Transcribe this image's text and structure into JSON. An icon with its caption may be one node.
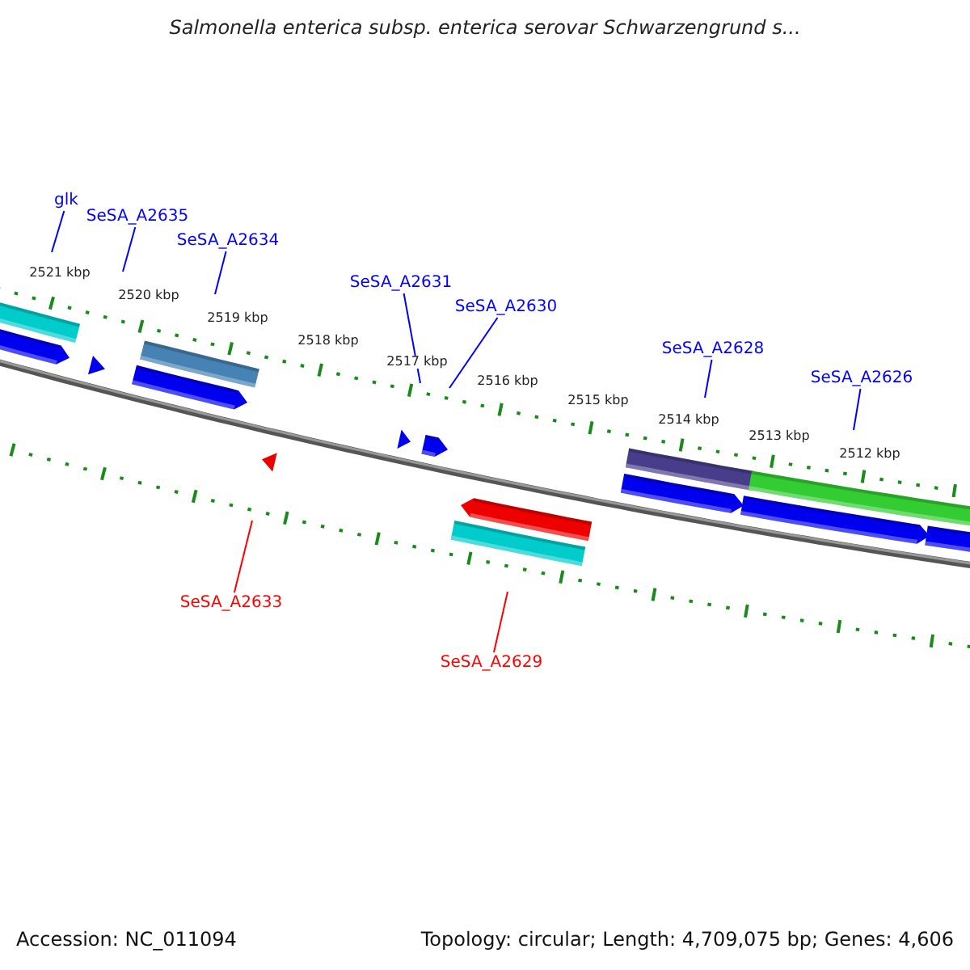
{
  "diagram": {
    "title": "Salmonella enterica subsp. enterica serovar Schwarzengrund s...",
    "nodes": [
      {
        "text": [
          "glk"
        ]
      },
      {
        "text": [
          "SeSA_A2635"
        ]
      },
      {
        "text": [
          "SeSA_A2634"
        ]
      },
      {
        "text": [
          "SeSA_A2631"
        ]
      },
      {
        "text": [
          "SeSA_A2630"
        ]
      },
      {
        "text": [
          "SeSA_A2628"
        ]
      },
      {
        "text": [
          "SeSA_A2626"
        ]
      },
      {
        "text": [
          "SeSA_A2633"
        ]
      },
      {
        "text": [
          "SeSA_A2629"
        ]
      }
    ],
    "edges": [
      {
        "from": 0,
        "to": null,
        "arrow": "none"
      },
      {
        "from": 1,
        "to": null,
        "arrow": "none"
      },
      {
        "from": 2,
        "to": null,
        "arrow": "none"
      },
      {
        "from": 3,
        "to": null,
        "arrow": "none"
      },
      {
        "from": 4,
        "to": null,
        "arrow": "none"
      },
      {
        "from": 5,
        "to": null,
        "arrow": "none"
      },
      {
        "from": 6,
        "to": null,
        "arrow": "none"
      },
      {
        "from": 7,
        "to": null,
        "arrow": "none",
        "color": "#ff0000"
      },
      {
        "from": 8,
        "to": null,
        "arrow": "none",
        "color": "#ff0000"
      }
    ],
    "labels": [
      "2521 kbp",
      "2520 kbp",
      "2519 kbp",
      "2518 kbp",
      "2517 kbp",
      "2516 kbp",
      "2515 kbp",
      "2514 kbp",
      "2513 kbp",
      "2512 kbp",
      "Accession: NC_011094",
      "Topology: circular; Length: 4,709,075 bp; Genes: 4,606"
    ]
  }
}
